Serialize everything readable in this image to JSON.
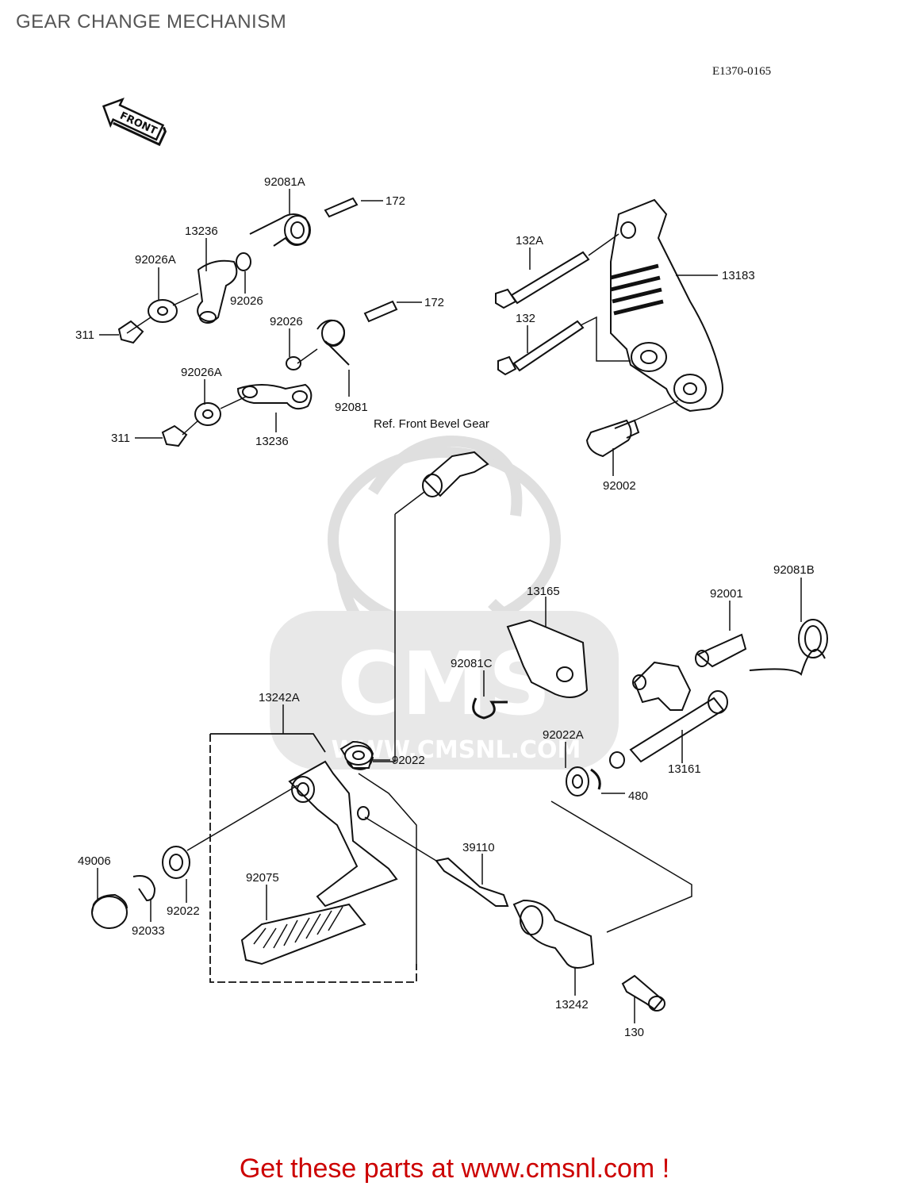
{
  "page": {
    "title": "GEAR CHANGE MECHANISM",
    "diagram_code": "E1370-0165",
    "direction_label": "FRONT",
    "reference_label": "Ref. Front Bevel Gear",
    "promo_text": "Get these parts at www.cmsnl.com !",
    "watermark_text": "WWW.CMSNL.COM",
    "watermark_logo": "CMS"
  },
  "colors": {
    "line": "#111111",
    "promo": "#cc0000",
    "watermark": "#dcdcdc",
    "title": "#555555"
  },
  "parts": [
    {
      "id": "p92081A",
      "label": "92081A"
    },
    {
      "id": "p172a",
      "label": "172"
    },
    {
      "id": "p13236a",
      "label": "13236"
    },
    {
      "id": "p92026Aa",
      "label": "92026A"
    },
    {
      "id": "p92026a",
      "label": "92026"
    },
    {
      "id": "p311a",
      "label": "311"
    },
    {
      "id": "p92026b",
      "label": "92026"
    },
    {
      "id": "p172b",
      "label": "172"
    },
    {
      "id": "p92026Ab",
      "label": "92026A"
    },
    {
      "id": "p92081",
      "label": "92081"
    },
    {
      "id": "p311b",
      "label": "311"
    },
    {
      "id": "p13236b",
      "label": "13236"
    },
    {
      "id": "p132A",
      "label": "132A"
    },
    {
      "id": "p13183",
      "label": "13183"
    },
    {
      "id": "p132",
      "label": "132"
    },
    {
      "id": "p92002",
      "label": "92002"
    },
    {
      "id": "p92081B",
      "label": "92081B"
    },
    {
      "id": "p92001",
      "label": "92001"
    },
    {
      "id": "p13165",
      "label": "13165"
    },
    {
      "id": "p92081C",
      "label": "92081C"
    },
    {
      "id": "p13242A",
      "label": "13242A"
    },
    {
      "id": "p92022Aa",
      "label": "92022A"
    },
    {
      "id": "p13161",
      "label": "13161"
    },
    {
      "id": "p92022a",
      "label": "92022"
    },
    {
      "id": "p480",
      "label": "480"
    },
    {
      "id": "p39110",
      "label": "39110"
    },
    {
      "id": "p49006",
      "label": "49006"
    },
    {
      "id": "p92075",
      "label": "92075"
    },
    {
      "id": "p92022b",
      "label": "92022"
    },
    {
      "id": "p92033",
      "label": "92033"
    },
    {
      "id": "p13242",
      "label": "13242"
    },
    {
      "id": "p130",
      "label": "130"
    }
  ]
}
